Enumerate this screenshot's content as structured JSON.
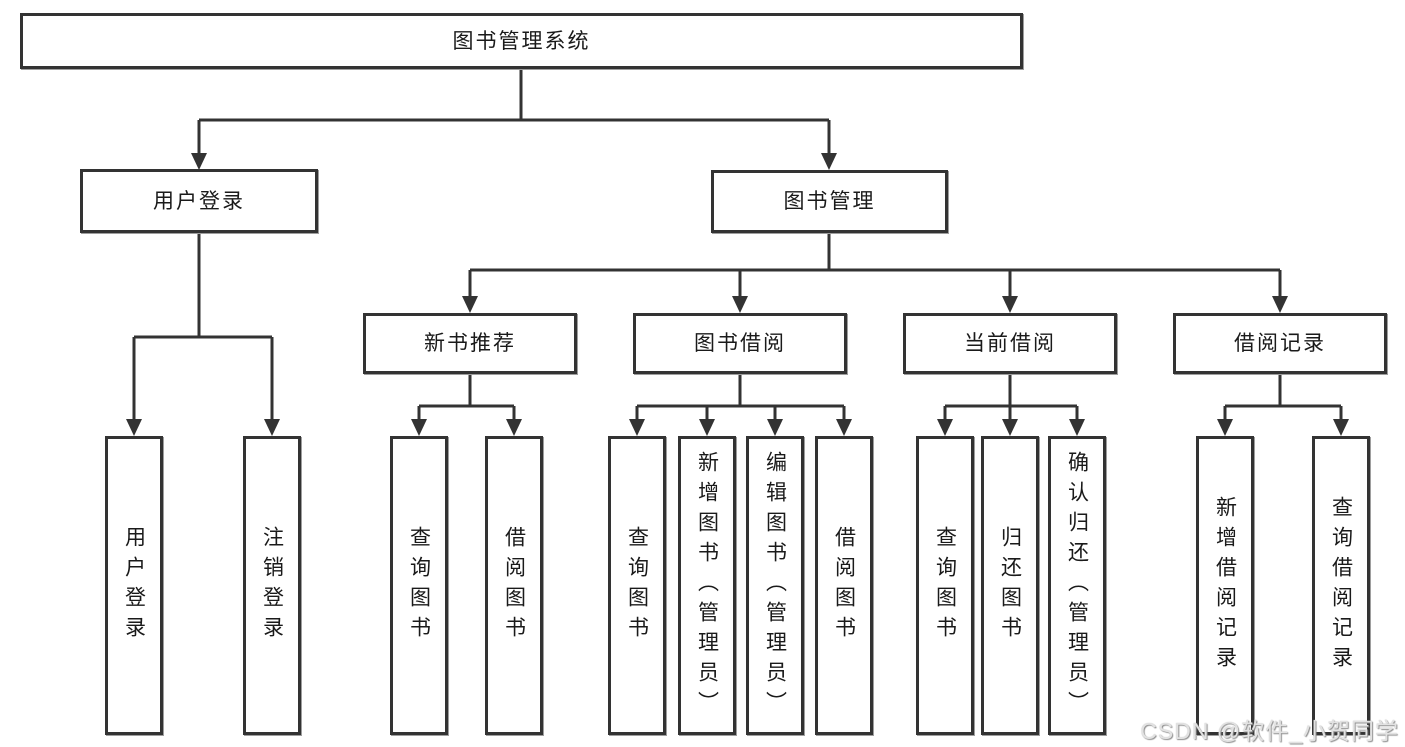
{
  "diagram": {
    "title": "图书管理系统",
    "root": "图书管理系统",
    "userLogin": {
      "label": "用户登录",
      "children": {
        "login": "用户登录",
        "logout": "注销登录"
      }
    },
    "bookManagement": {
      "label": "图书管理",
      "children": {
        "newBookRecommend": {
          "label": "新书推荐",
          "children": {
            "queryBooks": "查询图书",
            "borrowBooks": "借阅图书"
          }
        },
        "bookBorrowing": {
          "label": "图书借阅",
          "children": {
            "queryBooks": "查询图书",
            "addBooksAdmin": "新增图书（管理员）",
            "editBooksAdmin": "编辑图书（管理员）",
            "borrowBooks": "借阅图书"
          }
        },
        "currentBorrowing": {
          "label": "当前借阅",
          "children": {
            "queryBooks": "查询图书",
            "returnBooks": "归还图书",
            "confirmReturnAdmin": "确认归还（管理员）"
          }
        },
        "borrowingRecords": {
          "label": "借阅记录",
          "children": {
            "addBorrowRecord": "新增借阅记录",
            "queryBorrowRecord": "查询借阅记录"
          }
        }
      }
    }
  },
  "watermark": "CSDN @软件_小贺同学",
  "colors": {
    "line": "#333333",
    "boxBorder": "#333333",
    "text": "#1a1a1a",
    "background": "#ffffff",
    "watermark": "#e2e2e2"
  }
}
